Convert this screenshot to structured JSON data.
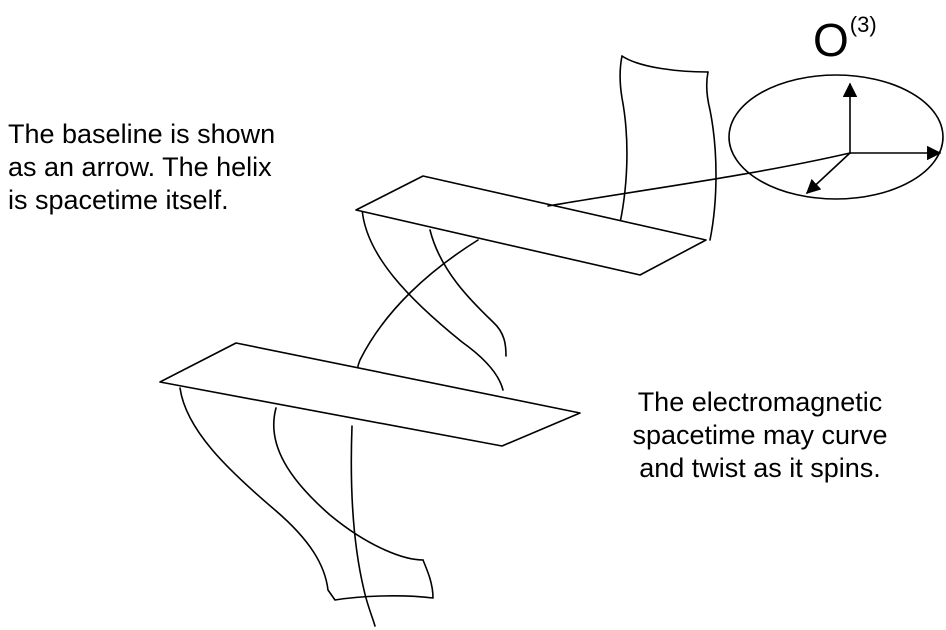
{
  "captions": {
    "left": [
      "The baseline is shown",
      "as an arrow.  The helix",
      "is spacetime itself."
    ],
    "right": [
      "The electromagnetic",
      "spacetime may curve",
      "and twist as it spins."
    ]
  },
  "axis_label": {
    "letter": "O",
    "superscript": "(3)"
  }
}
